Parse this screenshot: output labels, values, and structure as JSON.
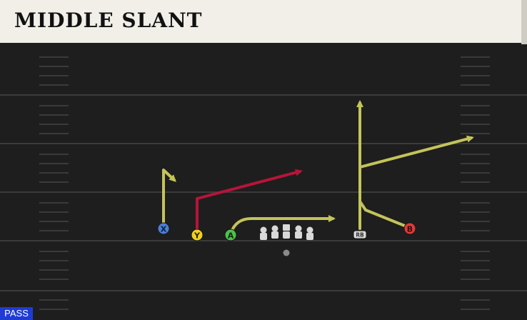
{
  "play": {
    "title": "MIDDLE SLANT",
    "type_badge": "PASS"
  },
  "players": [
    {
      "id": "x",
      "label": "X",
      "color": "#4a7fd6"
    },
    {
      "id": "y",
      "label": "Y",
      "color": "#f0d020"
    },
    {
      "id": "a",
      "label": "A",
      "color": "#4fc04c"
    },
    {
      "id": "rb",
      "label": "RB",
      "color": "#d9d9d9"
    },
    {
      "id": "b",
      "label": "B",
      "color": "#e23a3a"
    }
  ],
  "colors": {
    "route_yellow": "#c4c35a",
    "route_red": "#b7143a",
    "field_bg": "#1e1e1e",
    "yard_line": "#3b3b3b",
    "hash": "#3a3a3a",
    "header_bg": "#f1efe8",
    "badge_bg": "#1f3bd6"
  }
}
